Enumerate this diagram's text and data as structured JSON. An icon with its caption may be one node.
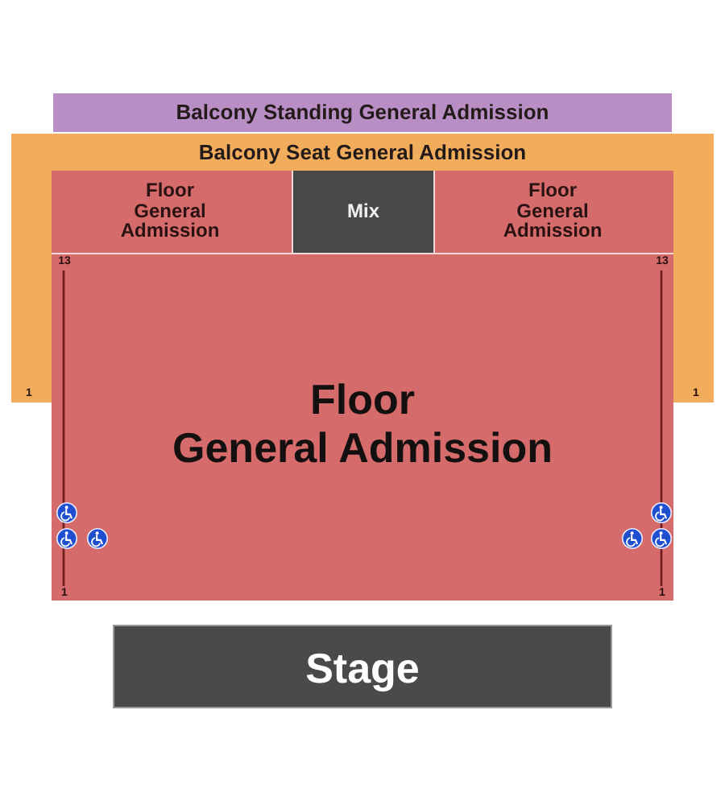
{
  "diagram": {
    "nodes": [
      {
        "text": [
          "Balcony Standing General Admission"
        ]
      },
      {
        "text": [
          "Balcony Seat General Admission"
        ]
      },
      {
        "text": [
          "Floor General Admission"
        ],
        "in": 1
      },
      {
        "text": [
          "Mix"
        ],
        "in": 1
      },
      {
        "text": [
          "Floor General Admission"
        ],
        "in": 1
      },
      {
        "text": [
          "Floor General Admission"
        ]
      },
      {
        "text": [
          "Stage"
        ]
      }
    ],
    "labels": [
      "13",
      "13",
      "1",
      "1",
      "1",
      "1"
    ]
  }
}
